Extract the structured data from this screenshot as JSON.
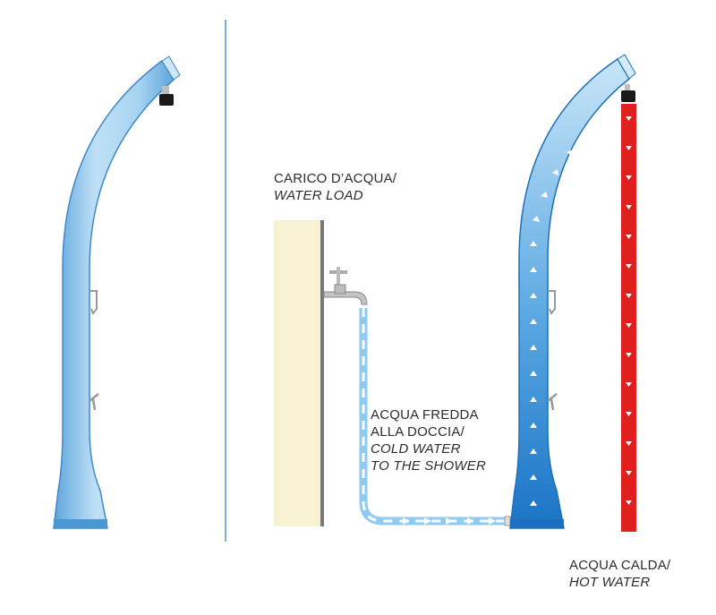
{
  "labels": {
    "water_load": {
      "line1": "CARICO D’ACQUA/",
      "line2": "WATER LOAD"
    },
    "cold_water": {
      "line1": "ACQUA FREDDA",
      "line2": "ALLA DOCCIA/",
      "line3": "COLD WATER",
      "line4": "TO THE SHOWER"
    },
    "hot_water": {
      "line1": "ACQUA CALDA/",
      "line2": "HOT WATER"
    }
  },
  "colors": {
    "shower_light": "#9fd0f0",
    "shower_dark": "#1f7fd0",
    "cold_water_line": "#8fcbf0",
    "hot_water": "#e01f1f",
    "wall": "#f7f3d2",
    "divider": "#7aaedb"
  }
}
